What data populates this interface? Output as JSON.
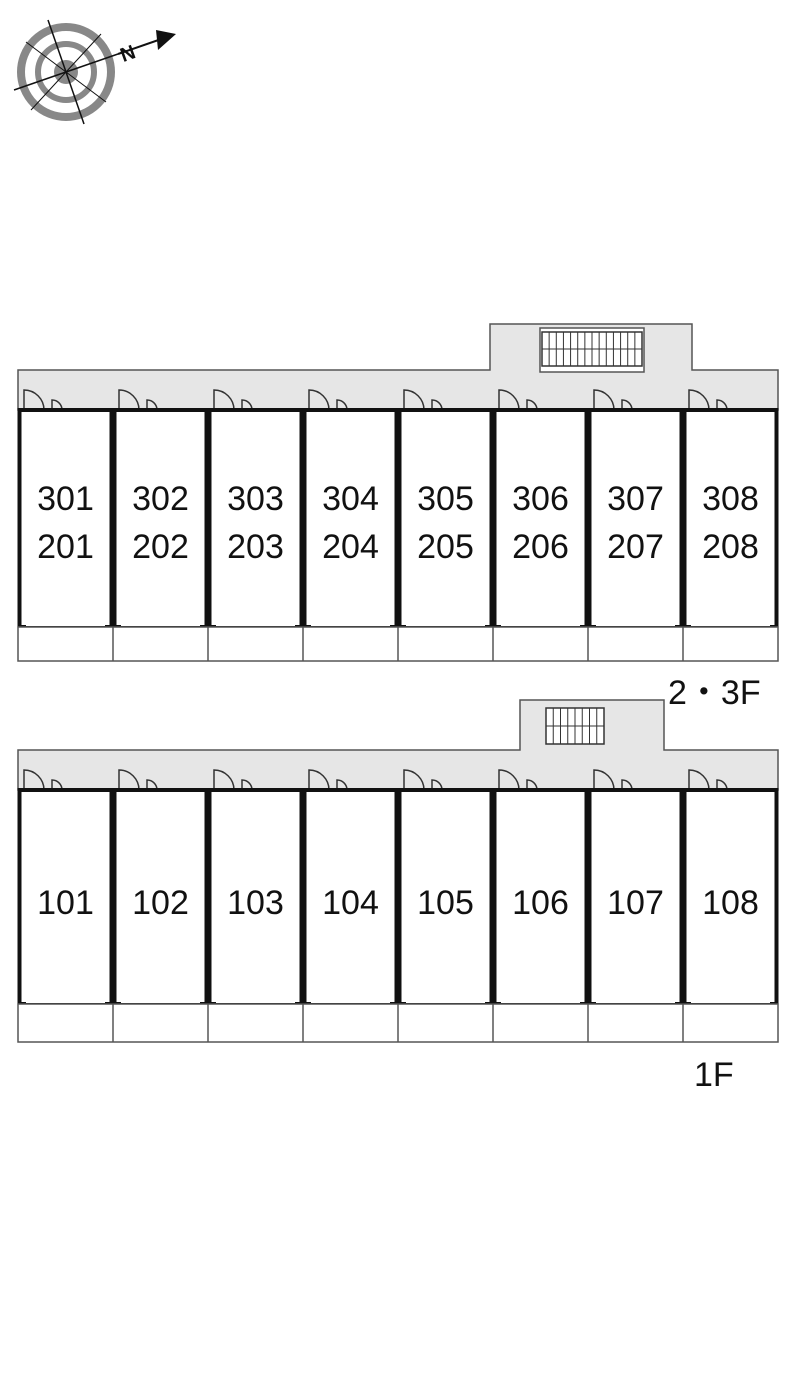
{
  "compass": {
    "icon": "compass-icon",
    "north_label": "N"
  },
  "upper_block": {
    "floor_label": "2・3F",
    "units": [
      {
        "top": "301",
        "bottom": "201"
      },
      {
        "top": "302",
        "bottom": "202"
      },
      {
        "top": "303",
        "bottom": "203"
      },
      {
        "top": "304",
        "bottom": "204"
      },
      {
        "top": "305",
        "bottom": "205"
      },
      {
        "top": "306",
        "bottom": "206"
      },
      {
        "top": "307",
        "bottom": "207"
      },
      {
        "top": "308",
        "bottom": "208"
      }
    ]
  },
  "lower_block": {
    "floor_label": "1F",
    "units": [
      {
        "label": "101"
      },
      {
        "label": "102"
      },
      {
        "label": "103"
      },
      {
        "label": "104"
      },
      {
        "label": "105"
      },
      {
        "label": "106"
      },
      {
        "label": "107"
      },
      {
        "label": "108"
      }
    ]
  },
  "colors": {
    "corridor": "#e6e6e6",
    "wall": "#111111",
    "line": "#555555"
  }
}
